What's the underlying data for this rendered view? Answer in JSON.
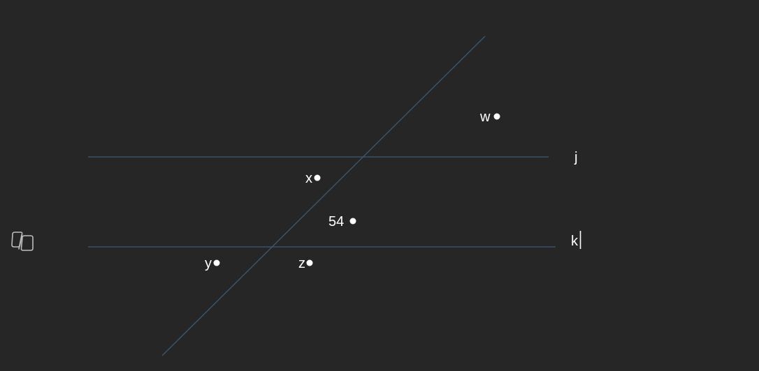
{
  "colors": {
    "background": "#262626",
    "line": "#3c5a73",
    "text": "#ffffff",
    "point": "#ffffff",
    "icon": "#bdbdbd"
  },
  "lines": {
    "j": "j",
    "k": "k"
  },
  "angles": {
    "w": "w",
    "x": "x",
    "given": "54",
    "y": "y",
    "z": "z"
  },
  "icons": {
    "assistant": "copilot-icon"
  }
}
